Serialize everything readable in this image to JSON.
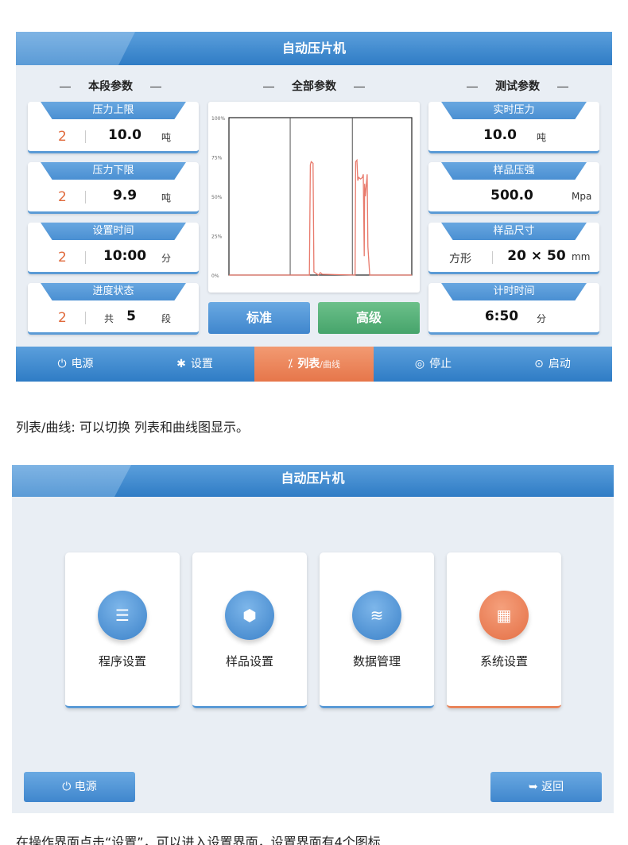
{
  "screen1": {
    "title": "自动压片机",
    "sections": {
      "segment": "本段参数",
      "all": "全部参数",
      "test": "测试参数"
    },
    "left_cards": [
      {
        "label": "压力上限",
        "index": "2",
        "value": "10.0",
        "unit": "吨"
      },
      {
        "label": "压力下限",
        "index": "2",
        "value": "9.9",
        "unit": "吨"
      },
      {
        "label": "设置时间",
        "index": "2",
        "value": "10:00",
        "unit": "分"
      },
      {
        "label": "进度状态",
        "index": "2",
        "prefix": "共",
        "value": "5",
        "unit": "段"
      }
    ],
    "right_cards": [
      {
        "label": "实时压力",
        "value": "10.0",
        "unit": "吨"
      },
      {
        "label": "样品压强",
        "value": "500.0",
        "unit": "Mpa"
      },
      {
        "label": "样品尺寸",
        "shape": "方形",
        "value": "20 × 50",
        "unit": "mm"
      },
      {
        "label": "计时时间",
        "value": "6:50",
        "unit": "分"
      }
    ],
    "buttons": {
      "standard": "标准",
      "advanced": "高级"
    },
    "nav": {
      "power": "电源",
      "settings": "设置",
      "list": "列表",
      "curve": "/曲线",
      "stop": "停止",
      "start": "启动"
    },
    "icons": {
      "power": "power-icon",
      "settings": "gear-icon",
      "list": "list-curve-icon",
      "stop": "pause-icon",
      "start": "play-icon"
    }
  },
  "chart_data": {
    "type": "line",
    "y_tick_labels": [
      "100%",
      "75%",
      "50%",
      "25%",
      "0%"
    ],
    "ylim": [
      0,
      100
    ],
    "xlim": [
      0,
      100
    ],
    "segment_dividers_x": [
      33.5,
      67.5
    ],
    "series": [
      {
        "color": "#e87a6c",
        "points": [
          [
            0,
            0
          ],
          [
            44,
            0
          ],
          [
            44.5,
            70
          ],
          [
            45,
            72
          ],
          [
            46,
            71
          ],
          [
            46.5,
            2
          ],
          [
            49,
            0
          ],
          [
            50,
            1.5
          ],
          [
            51,
            0.5
          ],
          [
            69,
            0
          ],
          [
            69.3,
            72
          ],
          [
            70,
            73
          ],
          [
            70.5,
            60
          ],
          [
            71,
            62
          ],
          [
            72,
            61
          ],
          [
            73,
            62
          ],
          [
            73.5,
            64
          ],
          [
            74,
            12
          ],
          [
            74.2,
            58
          ],
          [
            74.6,
            50
          ],
          [
            75.6,
            64
          ],
          [
            76,
            18
          ],
          [
            77,
            0
          ],
          [
            100,
            0
          ]
        ]
      }
    ],
    "colors": {
      "line": "#e87a6c",
      "divider": "#555555"
    }
  },
  "caption1": "列表/曲线: 可以切换 列表和曲线图显示。",
  "screen2": {
    "title": "自动压片机",
    "tiles": [
      {
        "label": "程序设置",
        "icon": "program-settings-icon"
      },
      {
        "label": "样品设置",
        "icon": "box-icon"
      },
      {
        "label": "数据管理",
        "icon": "layers-icon"
      },
      {
        "label": "系统设置",
        "icon": "grid-icon"
      }
    ],
    "power": "电源",
    "back": "返回"
  },
  "caption2": "在操作界面点击“设置”，可以进入设置界面，设置界面有4个图标",
  "colors": {
    "primary": "#3f86cd",
    "accent_orange": "#e6764a",
    "accent_green": "#46a46b",
    "index_orange": "#e06a3c"
  }
}
